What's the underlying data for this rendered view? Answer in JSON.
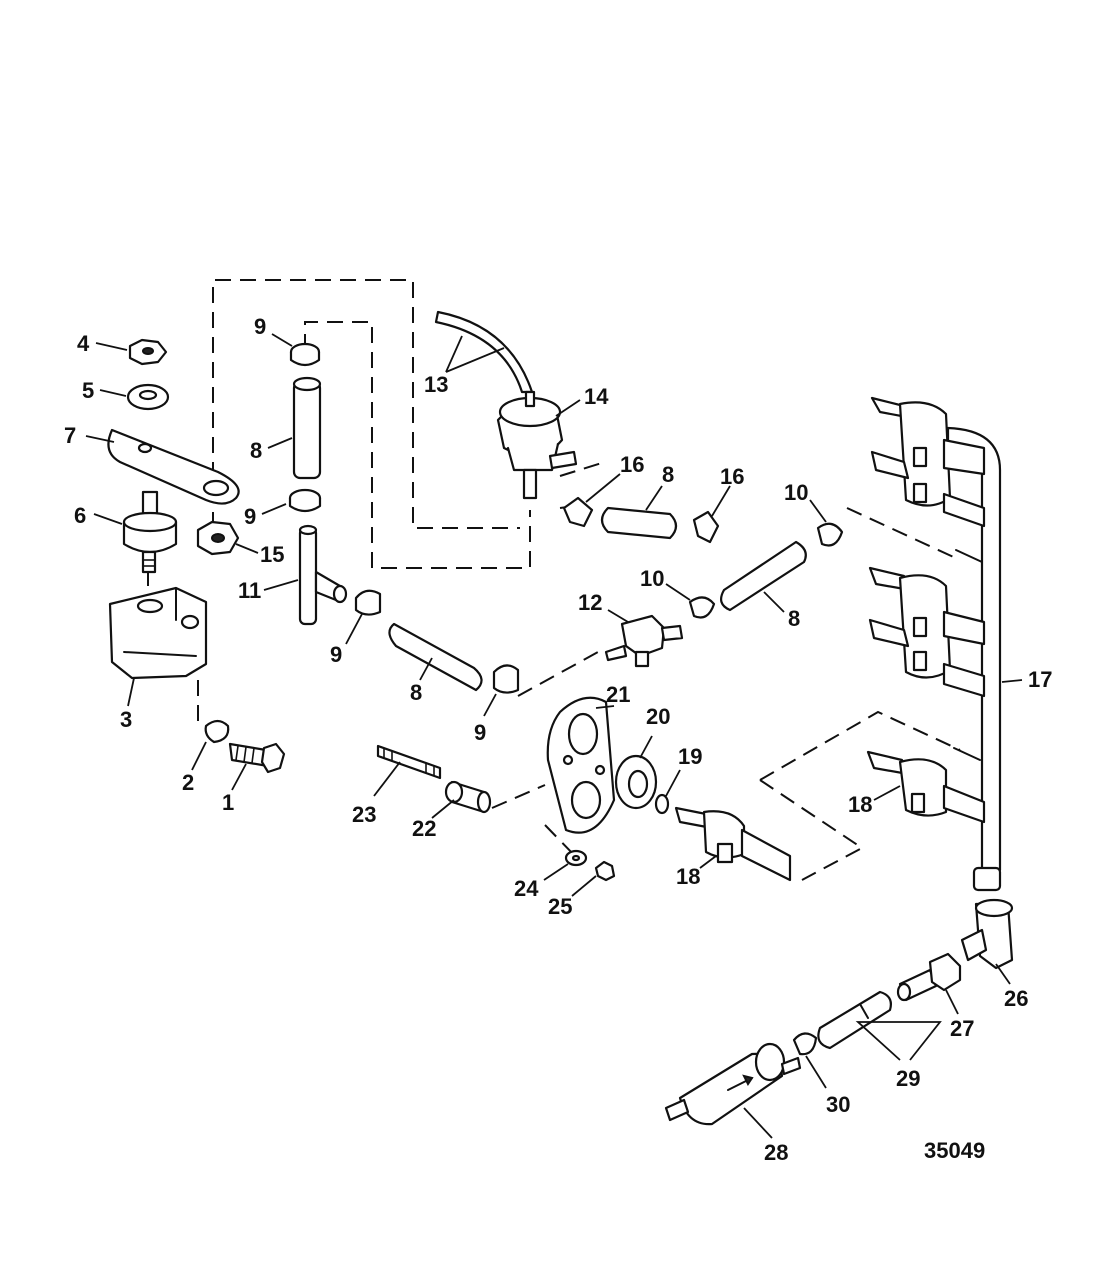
{
  "drawing_number": "35049",
  "callouts": [
    {
      "id": "c4",
      "label": "4"
    },
    {
      "id": "c5",
      "label": "5"
    },
    {
      "id": "c7",
      "label": "7"
    },
    {
      "id": "c6",
      "label": "6"
    },
    {
      "id": "c3",
      "label": "3"
    },
    {
      "id": "c2",
      "label": "2"
    },
    {
      "id": "c1",
      "label": "1"
    },
    {
      "id": "c15",
      "label": "15"
    },
    {
      "id": "c9a",
      "label": "9"
    },
    {
      "id": "c8a",
      "label": "8"
    },
    {
      "id": "c9b",
      "label": "9"
    },
    {
      "id": "c11",
      "label": "11"
    },
    {
      "id": "c9c",
      "label": "9"
    },
    {
      "id": "c8b",
      "label": "8"
    },
    {
      "id": "c9d",
      "label": "9"
    },
    {
      "id": "c13",
      "label": "13"
    },
    {
      "id": "c14",
      "label": "14"
    },
    {
      "id": "c16a",
      "label": "16"
    },
    {
      "id": "c8c",
      "label": "8"
    },
    {
      "id": "c16b",
      "label": "16"
    },
    {
      "id": "c10a",
      "label": "10"
    },
    {
      "id": "c10b",
      "label": "10"
    },
    {
      "id": "c12",
      "label": "12"
    },
    {
      "id": "c8d",
      "label": "8"
    },
    {
      "id": "c17",
      "label": "17"
    },
    {
      "id": "c21",
      "label": "21"
    },
    {
      "id": "c20",
      "label": "20"
    },
    {
      "id": "c19",
      "label": "19"
    },
    {
      "id": "c23",
      "label": "23"
    },
    {
      "id": "c22",
      "label": "22"
    },
    {
      "id": "c24",
      "label": "24"
    },
    {
      "id": "c25",
      "label": "25"
    },
    {
      "id": "c18a",
      "label": "18"
    },
    {
      "id": "c18b",
      "label": "18"
    },
    {
      "id": "c26",
      "label": "26"
    },
    {
      "id": "c27",
      "label": "27"
    },
    {
      "id": "c29",
      "label": "29"
    },
    {
      "id": "c30",
      "label": "30"
    },
    {
      "id": "c28",
      "label": "28"
    }
  ]
}
